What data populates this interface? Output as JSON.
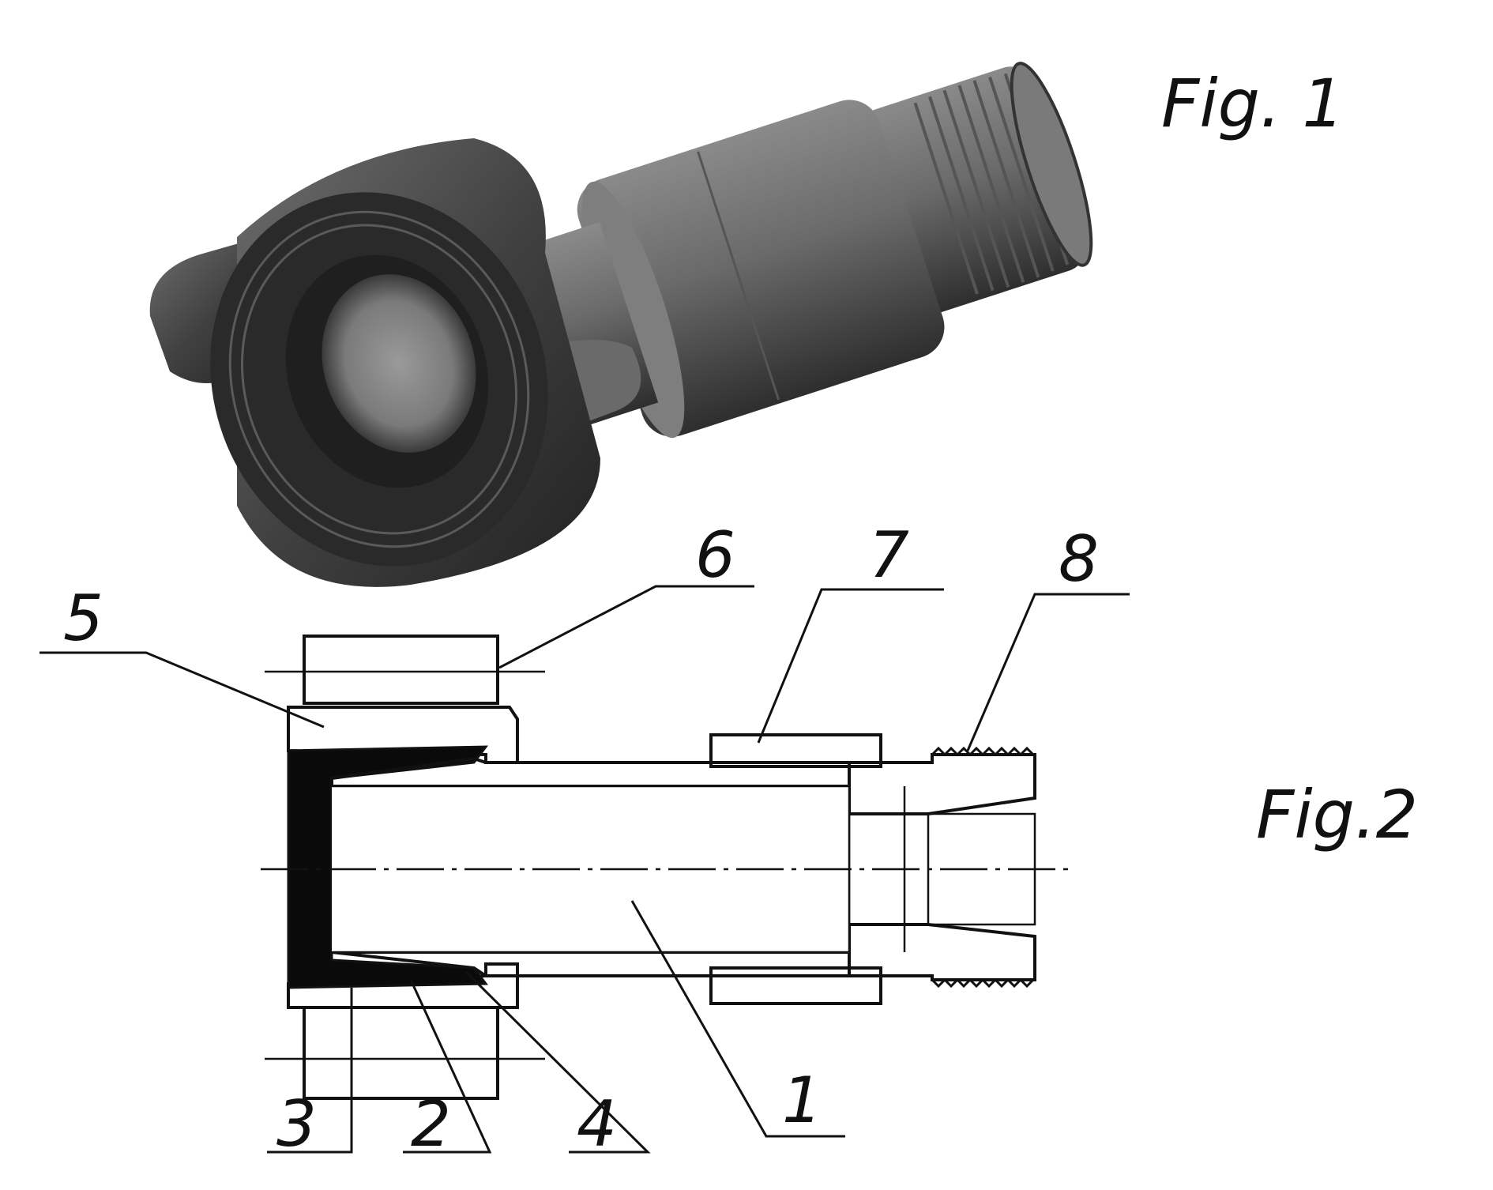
{
  "figures": {
    "fig1_label": "Fig. 1",
    "fig2_label": "Fig.2"
  },
  "callouts": [
    "1",
    "2",
    "3",
    "4",
    "5",
    "6",
    "7",
    "8"
  ],
  "colors": {
    "ink": "#111111",
    "body_dark": "#3a3a3a",
    "body_mid": "#6a6a6a",
    "body_light": "#8e8e8e",
    "seal_black": "#0a0a0a"
  }
}
